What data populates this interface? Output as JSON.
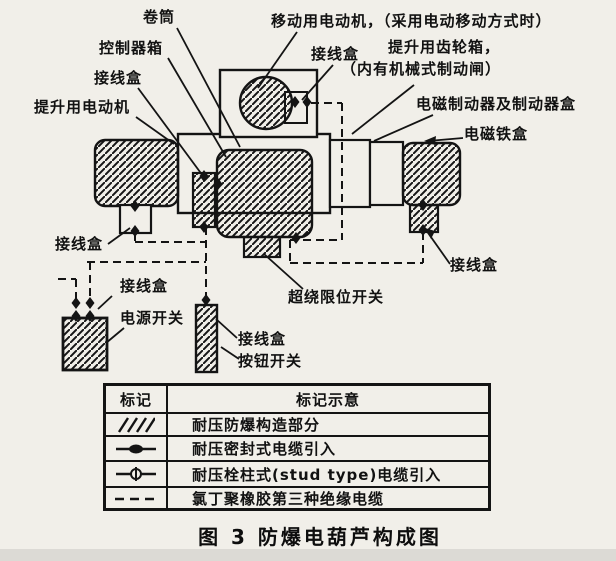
{
  "figure": {
    "caption": "图 3  防爆电葫芦构成图"
  },
  "diagram": {
    "junction_box_label": "接线盒",
    "labels": {
      "drum": "卷筒",
      "controller_box": "控制器箱",
      "lift_motor": "提升用电动机",
      "travel_motor": "移动用电动机，（采用电动移动方式时）",
      "gearbox_line1": "提升用齿轮箱，",
      "gearbox_line2": "（内有机械式制动闸）",
      "brake_box": "电磁制动器及制动器盒",
      "magnet_box": "电磁铁盒",
      "overwind_switch": "超绕限位开关",
      "power_switch": "电源开关",
      "button_switch": "按钮开关"
    }
  },
  "legend": {
    "header_mark": "标记",
    "header_meaning": "标记示意",
    "rows": [
      {
        "mark": "hatch",
        "text": "耐压防爆构造部分"
      },
      {
        "mark": "sealed-entry",
        "text": "耐压密封式电缆引入"
      },
      {
        "mark": "stud-entry",
        "text": "耐压栓柱式(stud type)电缆引入"
      },
      {
        "mark": "dashed-cable",
        "text": "氯丁聚橡胶第三种绝缘电缆"
      }
    ]
  }
}
